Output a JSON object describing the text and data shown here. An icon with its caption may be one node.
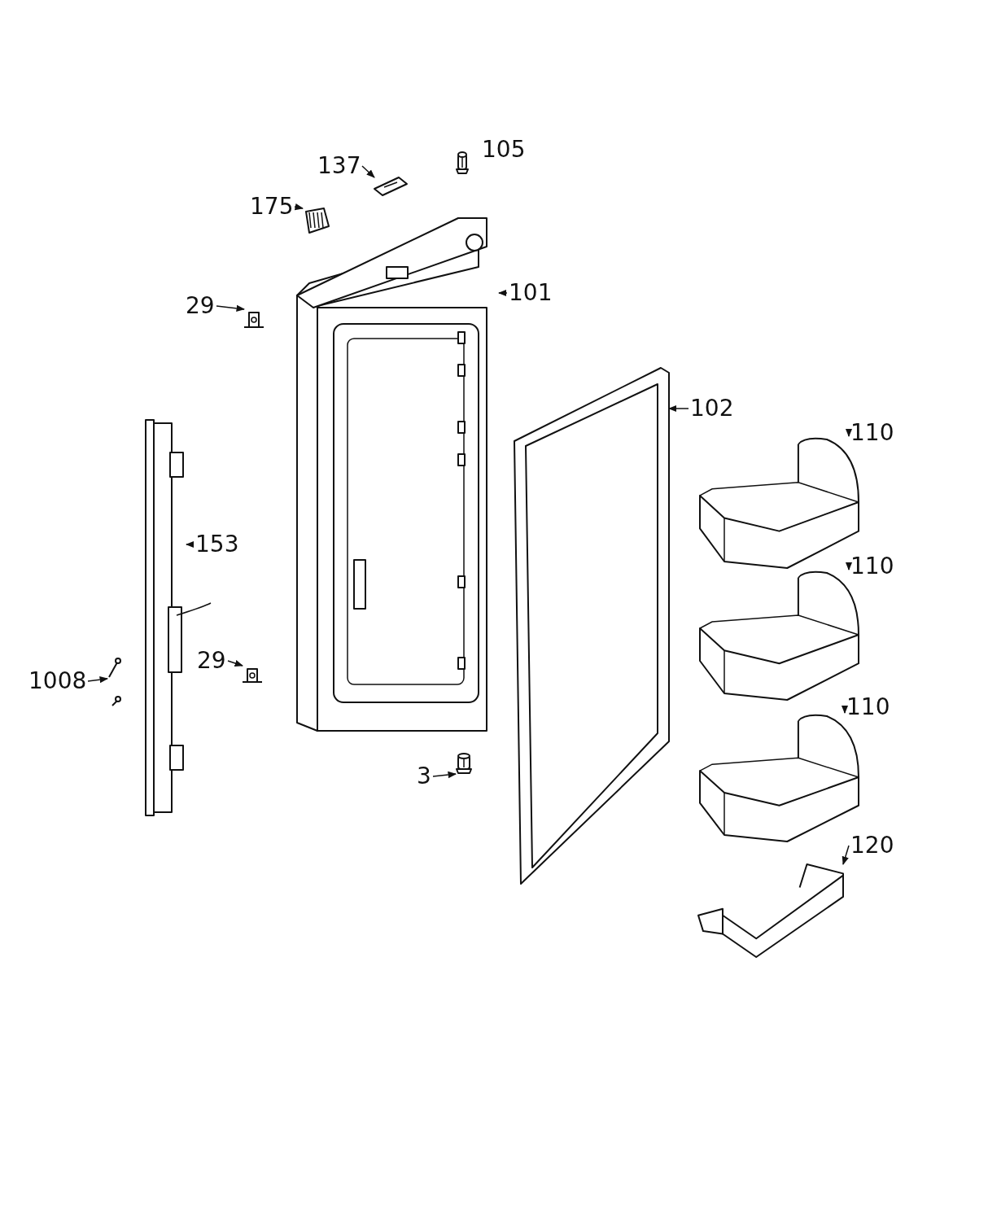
{
  "diagram": {
    "nodes": [
      {
        "text": [
          "137"
        ]
      },
      {
        "text": [],
        "shape": "picture"
      },
      {
        "text": [
          "175"
        ]
      },
      {
        "text": [],
        "shape": "picture"
      },
      {
        "text": [
          "29"
        ]
      },
      {
        "text": [],
        "shape": "picture"
      },
      {
        "text": [
          "101"
        ]
      },
      {
        "text": [],
        "shape": "picture"
      },
      {
        "text": [
          "102"
        ]
      },
      {
        "text": [],
        "shape": "picture"
      },
      {
        "text": [
          "110"
        ]
      },
      {
        "text": [],
        "shape": "picture"
      },
      {
        "text": [
          "110"
        ]
      },
      {
        "text": [],
        "shape": "picture"
      },
      {
        "text": [
          "110"
        ]
      },
      {
        "text": [],
        "shape": "picture"
      },
      {
        "text": [
          "153"
        ]
      },
      {
        "text": [],
        "shape": "picture"
      },
      {
        "text": [
          "29"
        ]
      },
      {
        "text": [],
        "shape": "picture"
      },
      {
        "text": [
          "1008"
        ]
      },
      {
        "text": [],
        "shape": "picture"
      },
      {
        "text": [
          "3"
        ]
      },
      {
        "text": [],
        "shape": "picture"
      },
      {
        "text": [
          "120"
        ]
      },
      {
        "text": [],
        "shape": "picture"
      }
    ],
    "edges": [
      {
        "from": 0,
        "to": 1,
        "arrow": "to"
      },
      {
        "from": 2,
        "to": 3,
        "arrow": "to"
      },
      {
        "from": 4,
        "to": 5,
        "arrow": "to"
      },
      {
        "from": 6,
        "to": 7,
        "arrow": "to"
      },
      {
        "from": 8,
        "to": 9,
        "arrow": "to"
      },
      {
        "from": 10,
        "to": 11,
        "arrow": "to"
      },
      {
        "from": 12,
        "to": 13,
        "arrow": "to"
      },
      {
        "from": 14,
        "to": 15,
        "arrow": "to"
      },
      {
        "from": 16,
        "to": 17,
        "arrow": "to"
      },
      {
        "from": 18,
        "to": 19,
        "arrow": "to"
      },
      {
        "from": 20,
        "to": 21,
        "arrow": "to"
      },
      {
        "from": 22,
        "to": 23,
        "arrow": "to"
      },
      {
        "from": 24,
        "to": 25,
        "arrow": "to"
      }
    ],
    "labels": [
      "105"
    ]
  }
}
